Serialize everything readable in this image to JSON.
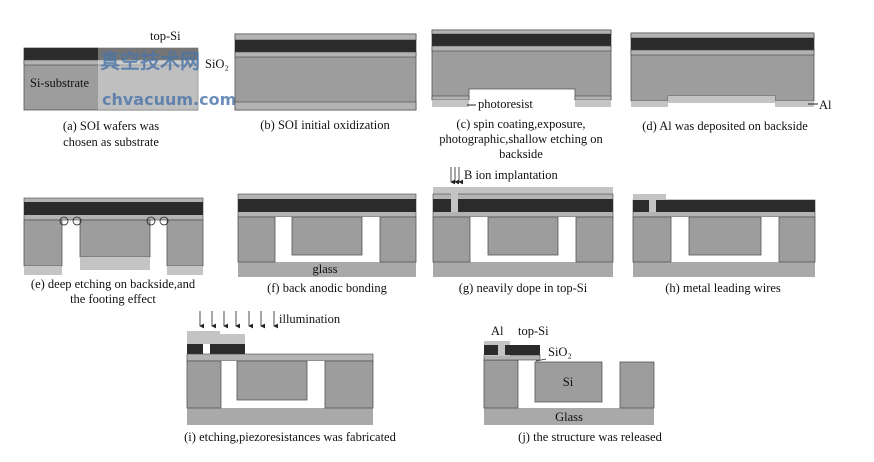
{
  "watermark": {
    "cn": "真空技术网",
    "url": "chvacuum.com"
  },
  "steps": [
    {
      "caption": [
        "(a) SOI wafers was",
        "chosen as substrate"
      ],
      "labels": {
        "top_si": "top-Si",
        "sio2": "SiO₂",
        "substrate": "Si-substrate"
      }
    },
    {
      "caption": [
        "(b) SOI initial oxidization"
      ]
    },
    {
      "caption": [
        "(c) spin coating,exposure,",
        "photographic,shallow etching on",
        "backside"
      ],
      "labels": {
        "photoresist": "photoresist"
      }
    },
    {
      "caption": [
        "(d) Al was deposited on backside"
      ],
      "labels": {
        "al": "Al"
      }
    },
    {
      "caption": [
        "(e) deep etching on backside,and",
        "the footing effect"
      ]
    },
    {
      "caption": [
        "(f) back anodic bonding"
      ],
      "labels": {
        "glass": "glass"
      }
    },
    {
      "caption": [
        "(g) neavily dope in top-Si"
      ],
      "labels": {
        "implant": "B ion  implantation"
      }
    },
    {
      "caption": [
        "(h) metal leading wires"
      ]
    },
    {
      "caption": [
        "(i) etching,piezoresistances was fabricated"
      ],
      "labels": {
        "illumination": "illumination"
      }
    },
    {
      "caption": [
        "(j) the structure was released"
      ],
      "labels": {
        "al": "Al",
        "top_si": "top-Si",
        "sio2": "SiO₂",
        "si": "Si",
        "glass": "Glass"
      }
    }
  ]
}
